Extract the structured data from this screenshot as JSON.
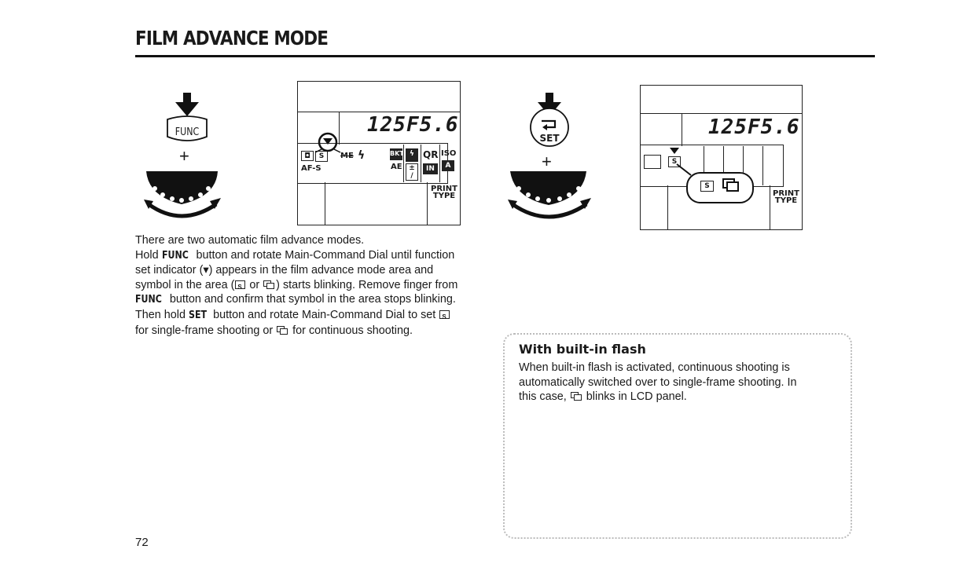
{
  "header": {
    "title": "FILM ADVANCE MODE"
  },
  "figures": {
    "func_button_label": "FUNC",
    "set_button_label": "SET",
    "plus_sign": "+",
    "lcd_left": {
      "shutter_aperture": "125F5.6",
      "af_label": "AF-S",
      "me_label": "ME",
      "bkt_label": "BKT",
      "ae_label": "AE",
      "qr_label": "QR",
      "iso_label": "ISO",
      "iso_mode": "A",
      "in_label": "IN",
      "mode_symbol": "S",
      "print_type": [
        "PRINT",
        "TYPE"
      ]
    },
    "lcd_right": {
      "shutter_aperture": "125F5.6",
      "mode_symbol": "S",
      "print_type": [
        "PRINT",
        "TYPE"
      ]
    }
  },
  "body": {
    "line1": "There are two automatic film advance modes.",
    "line2_a": "Hold ",
    "line2_func": "FUNC",
    "line2_b": " button and rotate Main-Command Dial until function",
    "line3": "set indicator (▾) appears in the film advance mode area and",
    "line4_a": "symbol in the area (",
    "line4_or": " or ",
    "line4_b": ") starts blinking. Remove finger from",
    "line5_func": "FUNC",
    "line5_b": " button and confirm that symbol in the area stops blinking.",
    "line6_a": "Then hold ",
    "line6_set": "SET",
    "line6_b": " button and rotate Main-Command Dial to set ",
    "line7_a": "for single-frame shooting or ",
    "line7_b": " for continuous shooting."
  },
  "note": {
    "title": "With built-in flash",
    "line1": "When built-in flash is activated, continuous shooting is",
    "line2": "automatically switched over to single-frame shooting. In",
    "line3_a": "this case, ",
    "line3_b": " blinks in LCD panel."
  },
  "footer": {
    "page_number": "72"
  }
}
